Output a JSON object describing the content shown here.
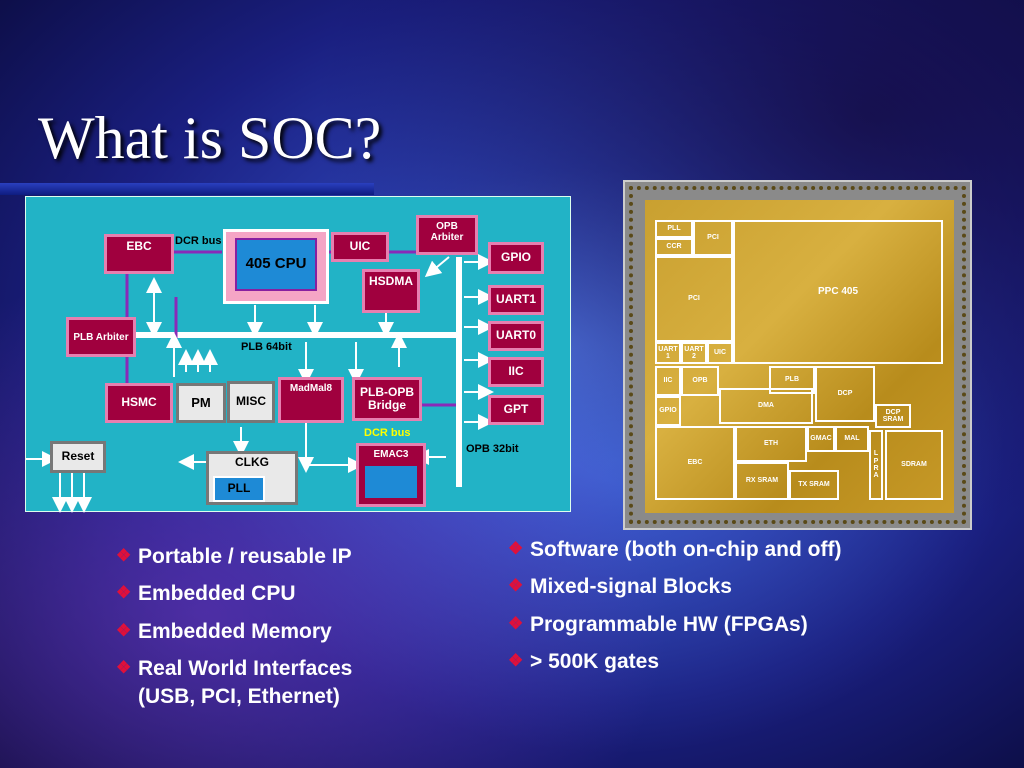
{
  "slide": {
    "title": "What is SOC?"
  },
  "diagram": {
    "blocks": {
      "ebc": "EBC",
      "cpu": "405 CPU",
      "uic": "UIC",
      "opb_arbiter": "OPB Arbiter",
      "gpio": "GPIO",
      "hsdma": "HSDMA",
      "uart1": "UART1",
      "uart0": "UART0",
      "plb_arbiter": "PLB Arbiter",
      "iic": "IIC",
      "hsmc": "HSMC",
      "pm": "PM",
      "misc": "MISC",
      "madmal": "MadMal8",
      "plb_opb_bridge": "PLB-OPB Bridge",
      "gpt": "GPT",
      "reset": "Reset",
      "clkg": "CLKG",
      "pll": "PLL",
      "emac": "EMAC3"
    },
    "labels": {
      "dcr_bus_top": "DCR bus",
      "plb_bus": "PLB 64bit",
      "dcr_bus_bottom": "DCR bus",
      "opb_bus": "OPB 32bit"
    }
  },
  "die": {
    "regions": {
      "pll": "PLL",
      "pci_top": "PCI",
      "ccr": "CCR",
      "pci_left": "PCI",
      "ppc": "PPC 405",
      "uart1": "UART 1",
      "uart2": "UART 2",
      "uic": "UIC",
      "plb": "PLB",
      "iic": "IIC",
      "opb": "OPB",
      "dma": "DMA",
      "dcp": "DCP",
      "dcp_sram": "DCP SRAM",
      "gpio": "GPIO",
      "eth": "ETH",
      "gmac": "GMAC",
      "mal": "MAL",
      "lpra": "L P R A",
      "ebc": "EBC",
      "sdram": "SDRAM",
      "rx_sram": "RX SRAM",
      "tx_sram": "TX SRAM"
    }
  },
  "bullets": {
    "left": [
      "Portable / reusable IP",
      "Embedded CPU",
      "Embedded Memory",
      "Real World Interfaces"
    ],
    "left_continuation": "(USB, PCI, Ethernet)",
    "right": [
      "Software (both on-chip and off)",
      "Mixed-signal Blocks",
      "Programmable HW (FPGAs)",
      "> 500K gates"
    ],
    "marker": "❖"
  },
  "colors": {
    "diagram_bg": "#22b3c6",
    "block": "#a0003e",
    "bullet_marker": "#e0103a"
  }
}
